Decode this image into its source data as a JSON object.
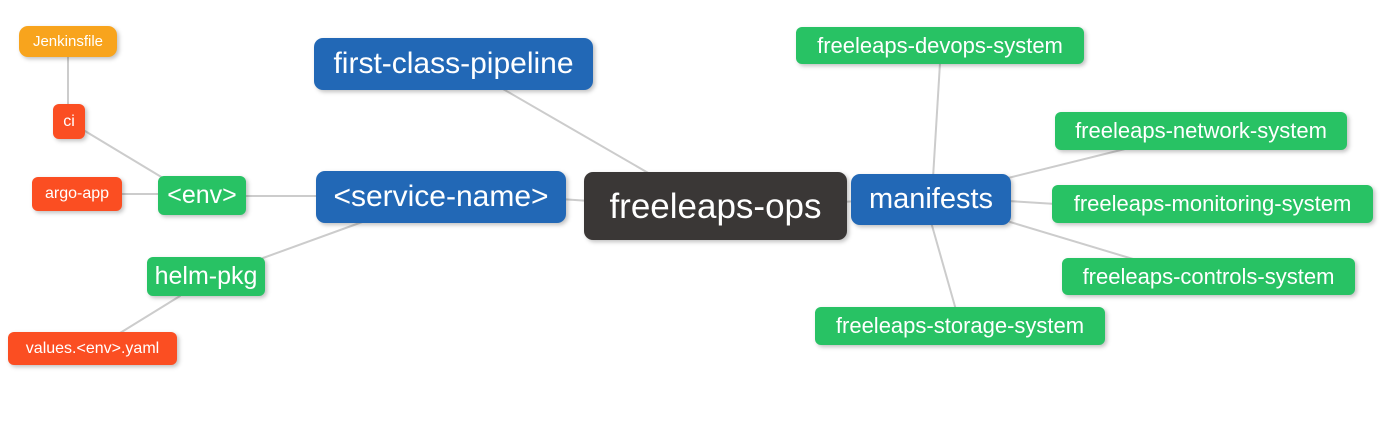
{
  "diagram": {
    "type": "mindmap",
    "root": "freeleaps-ops"
  },
  "palette": {
    "canvas_bg": "#ffffff",
    "root_bg": "#3a3736",
    "primary_bg": "#2268b6",
    "success_bg": "#28c264",
    "danger_bg": "#fb4e22",
    "warning_bg": "#f8a41d",
    "edge": "#cccccc",
    "text": "#ffffff"
  },
  "nodes": {
    "root": {
      "label": "freeleaps-ops",
      "color_role": "root"
    },
    "first_class_pipeline": {
      "label": "first-class-pipeline",
      "color_role": "primary"
    },
    "service_name": {
      "label": "<service-name>",
      "color_role": "primary"
    },
    "manifests": {
      "label": "manifests",
      "color_role": "primary"
    },
    "env": {
      "label": "<env>",
      "color_role": "success"
    },
    "helm_pkg": {
      "label": "helm-pkg",
      "color_role": "success"
    },
    "jenkinsfile": {
      "label": "Jenkinsfile",
      "color_role": "warning"
    },
    "ci": {
      "label": "ci",
      "color_role": "danger"
    },
    "argo_app": {
      "label": "argo-app",
      "color_role": "danger"
    },
    "values_env_yaml": {
      "label": "values.<env>.yaml",
      "color_role": "danger"
    },
    "devops_system": {
      "label": "freeleaps-devops-system",
      "color_role": "success"
    },
    "network_system": {
      "label": "freeleaps-network-system",
      "color_role": "success"
    },
    "monitoring_system": {
      "label": "freeleaps-monitoring-system",
      "color_role": "success"
    },
    "controls_system": {
      "label": "freeleaps-controls-system",
      "color_role": "success"
    },
    "storage_system": {
      "label": "freeleaps-storage-system",
      "color_role": "success"
    }
  },
  "edges": [
    {
      "from": "jenkinsfile",
      "to": "ci"
    },
    {
      "from": "ci",
      "to": "env"
    },
    {
      "from": "argo_app",
      "to": "env"
    },
    {
      "from": "env",
      "to": "service_name"
    },
    {
      "from": "helm_pkg",
      "to": "service_name"
    },
    {
      "from": "values_env_yaml",
      "to": "helm_pkg"
    },
    {
      "from": "first_class_pipeline",
      "to": "root"
    },
    {
      "from": "service_name",
      "to": "root"
    },
    {
      "from": "root",
      "to": "manifests"
    },
    {
      "from": "manifests",
      "to": "devops_system"
    },
    {
      "from": "manifests",
      "to": "network_system"
    },
    {
      "from": "manifests",
      "to": "monitoring_system"
    },
    {
      "from": "manifests",
      "to": "controls_system"
    },
    {
      "from": "manifests",
      "to": "storage_system"
    }
  ]
}
